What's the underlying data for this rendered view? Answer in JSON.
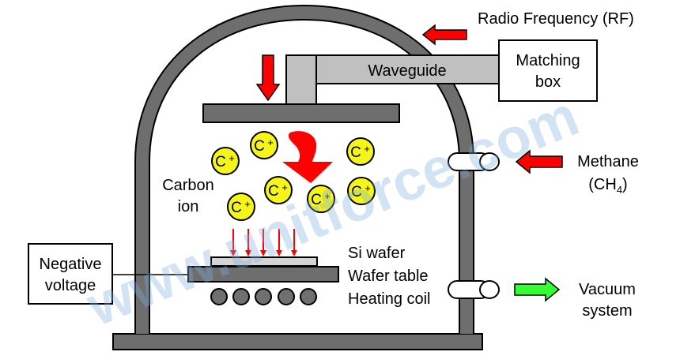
{
  "labels": {
    "rf": "Radio Frequency (RF)",
    "waveguide": "Waveguide",
    "matching_line1": "Matching",
    "matching_line2": "box",
    "methane_line1": "Methane",
    "methane_line2_prefix": "(CH",
    "methane_line2_sub": "4",
    "methane_line2_suffix": ")",
    "carbon_line1": "Carbon",
    "carbon_line2": "ion",
    "si_wafer": "Si wafer",
    "wafer_table": "Wafer table",
    "heating_coil": "Heating coil",
    "negative_line1": "Negative",
    "negative_line2": "voltage",
    "vacuum_line1": "Vacuum",
    "vacuum_line2": "system"
  },
  "ion": {
    "symbol": "C",
    "charge": "+"
  },
  "watermark": "www.unitforce.com",
  "colors": {
    "chamber": "#6e6e6e",
    "waveguide": "#c0c0c0",
    "ion_fill": "#f5f51a",
    "arrow_red": "#ff0000",
    "arrow_green": "#33ff33",
    "coil": "#707070",
    "wafer": "#d4d4d4"
  }
}
